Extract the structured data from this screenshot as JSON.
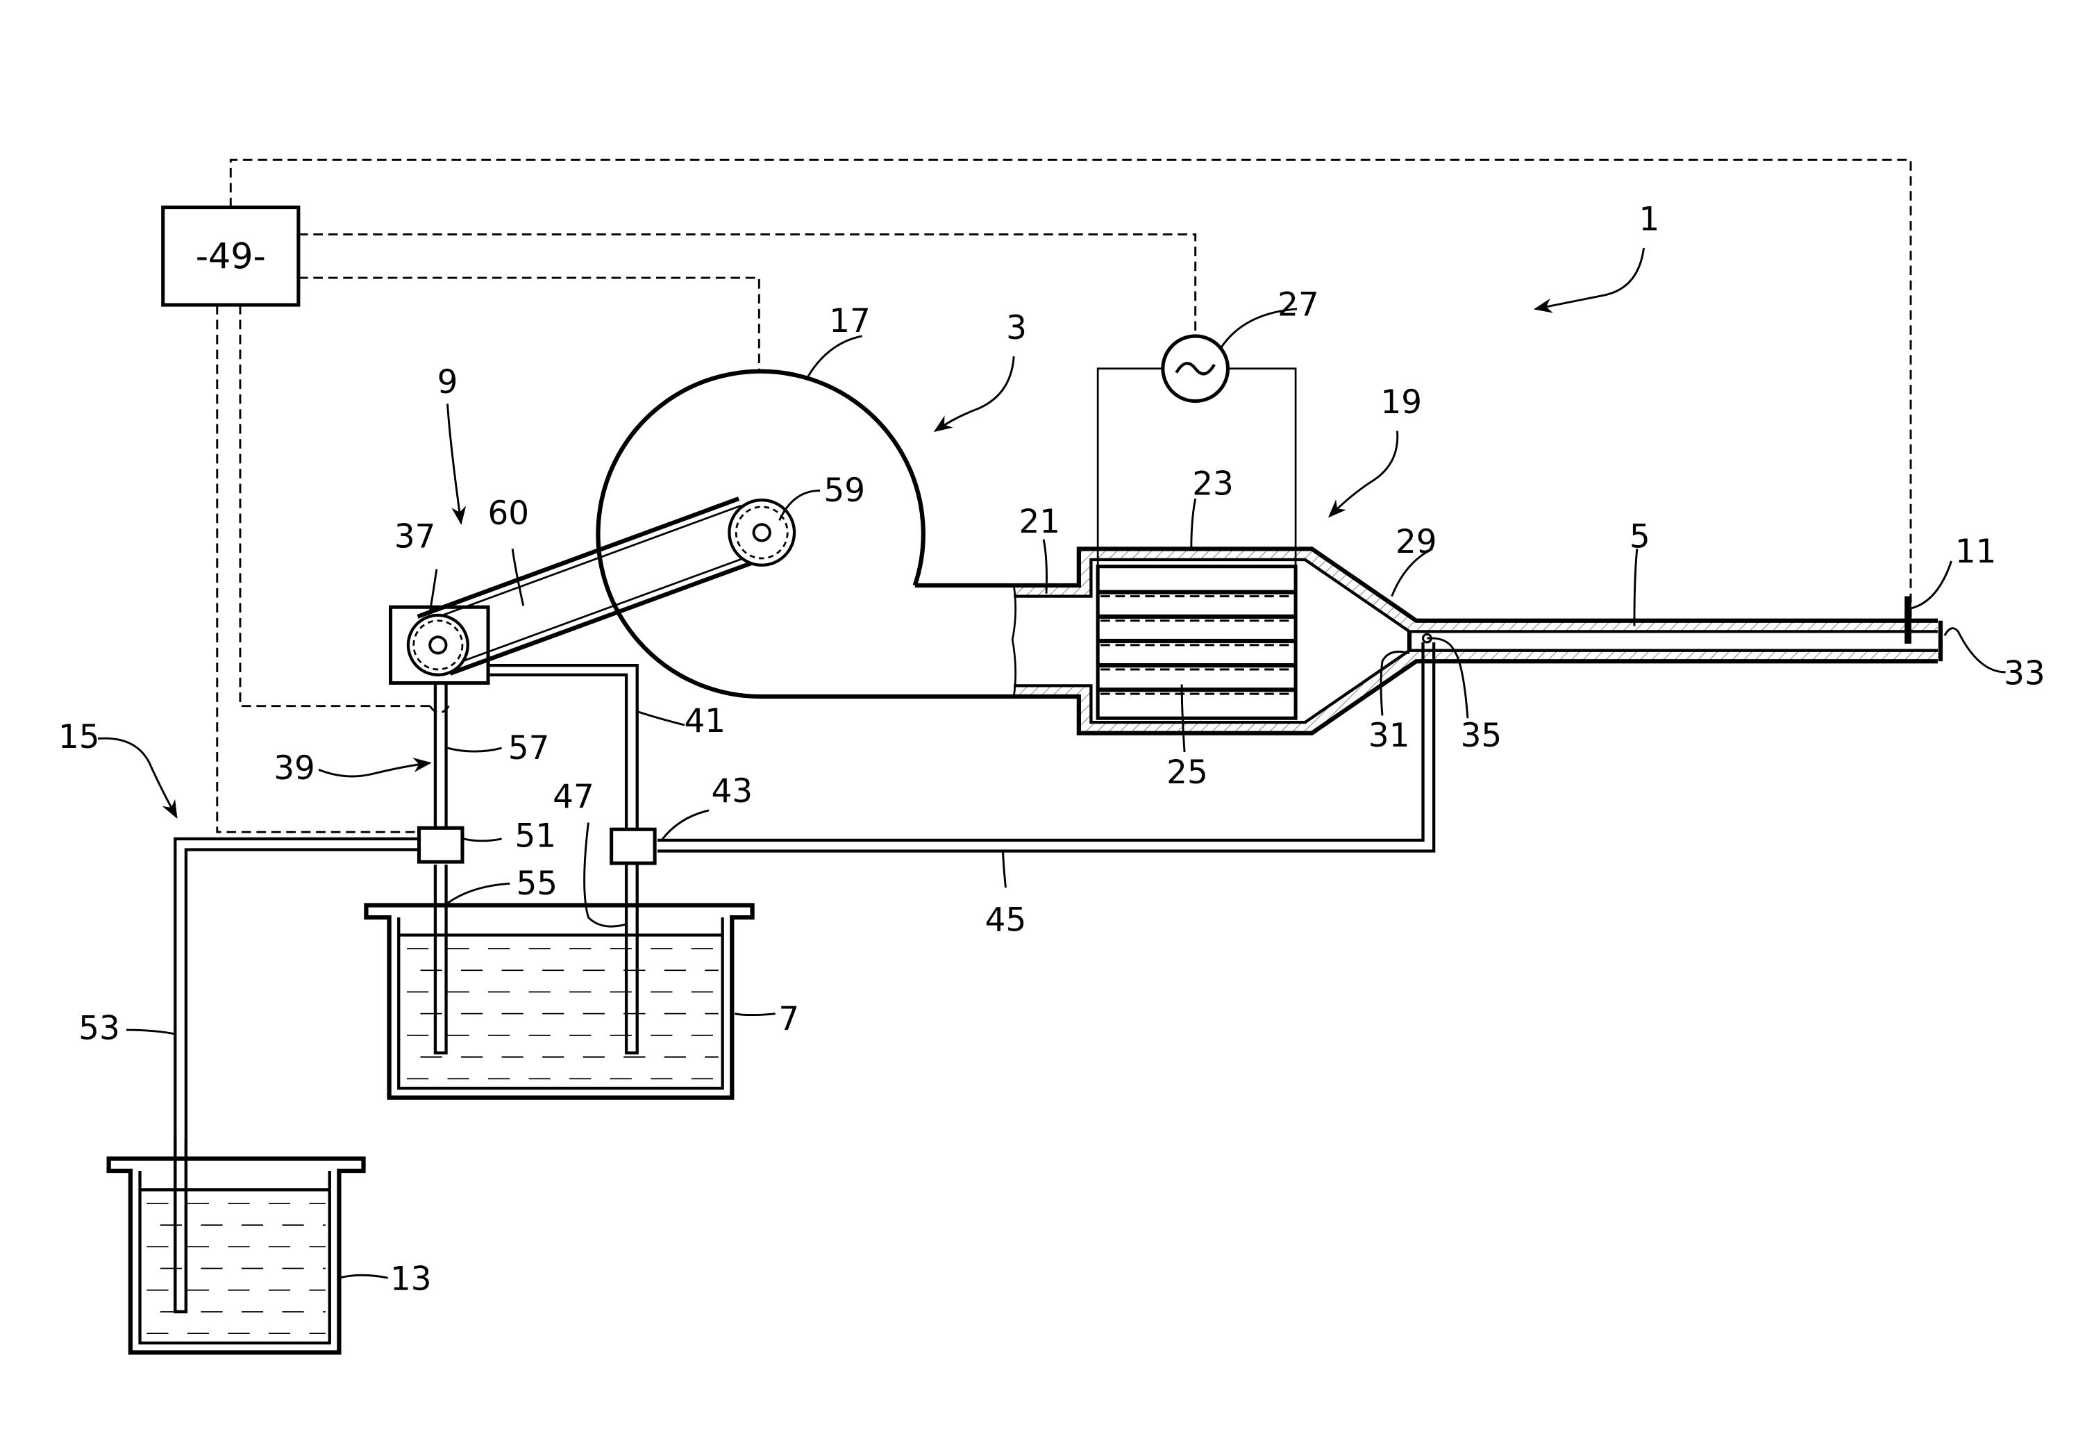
{
  "figure": {
    "type": "patent-schematic",
    "colors": {
      "ink": "#000000",
      "background": "#ffffff"
    }
  },
  "controller": {
    "label": "-49-"
  },
  "reference_labels": {
    "system": "1",
    "pump_unit": "3",
    "exhaust_line": "5",
    "tank_main": "7",
    "drive": "9",
    "sensor": "11",
    "tank_secondary": "13",
    "transfer_circuit": "15",
    "housing": "17",
    "treatment_device": "19",
    "inlet": "21",
    "casing": "23",
    "electrodes": "25",
    "power_supply": "27",
    "cone": "29",
    "outlet_opening": "31",
    "end_opening": "33",
    "injector": "35",
    "motor": "37",
    "suction_line": "39",
    "supply_line": "41",
    "valve_supply": "43",
    "return_line": "45",
    "dip_tube": "47",
    "valve_transfer": "51",
    "transfer_tube": "53",
    "tube_lower": "55",
    "tube_upper": "57",
    "pulley": "59",
    "belt": "60"
  }
}
